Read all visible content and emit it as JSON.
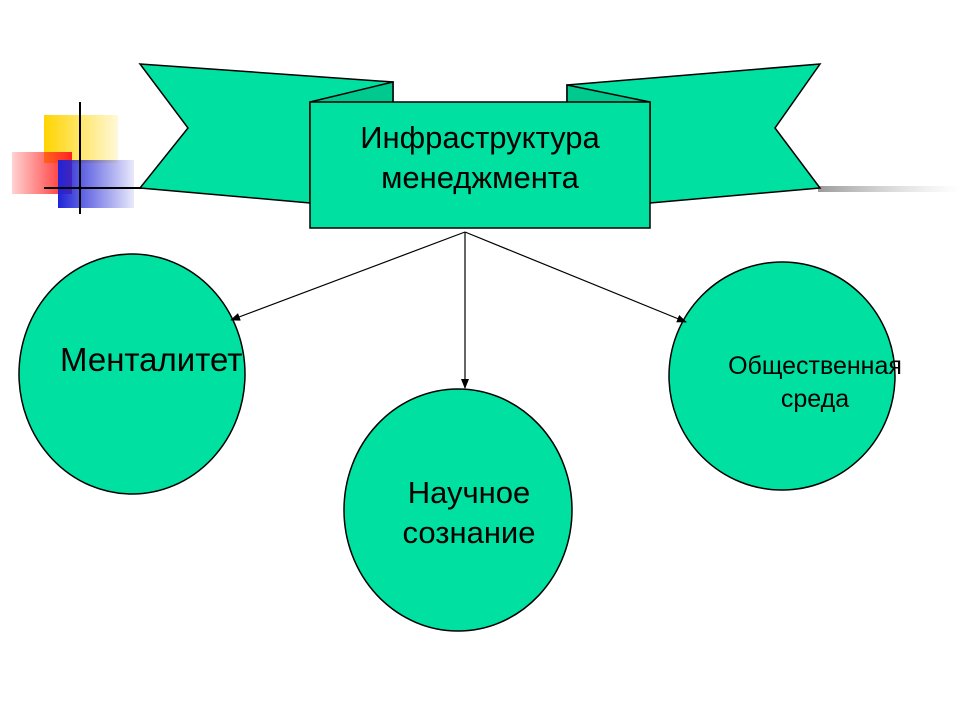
{
  "diagram": {
    "title_lines": [
      "Инфраструктура",
      "менеджмента"
    ],
    "nodes": {
      "mentalitet": {
        "label": "Менталитет"
      },
      "science": {
        "lines": [
          "Научное",
          "сознание"
        ]
      },
      "social": {
        "lines": [
          "Общественная",
          "среда"
        ]
      }
    }
  },
  "colors": {
    "shape_fill": "#00E0A0",
    "outline": "#000000",
    "deco_yellow": "#FFD400",
    "deco_red": "#FF2020",
    "deco_blue": "#1F23D6"
  }
}
